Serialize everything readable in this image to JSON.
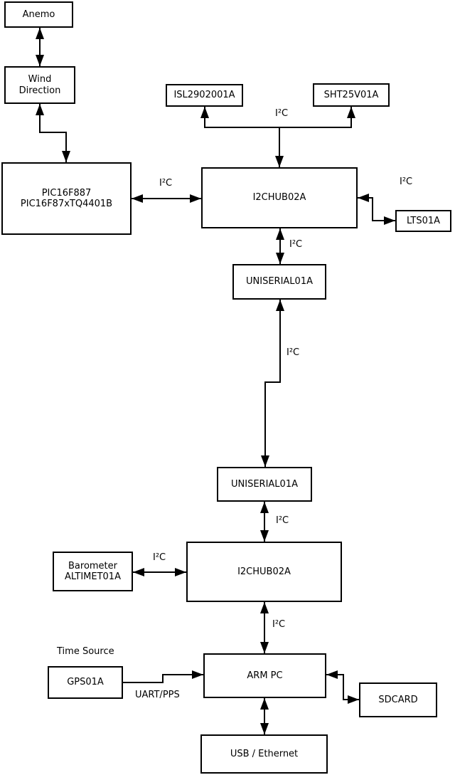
{
  "diagram": {
    "title_hint": "weather-station hardware block diagram",
    "colors": {
      "line": "#000000",
      "box_fill": "#ffffff",
      "background": "#ffffff"
    },
    "nodes": {
      "anemo": {
        "label": "Anemo"
      },
      "wind": {
        "label": "Wind\nDirection"
      },
      "pic": {
        "label": "PIC16F887\nPIC16F87xTQ4401B"
      },
      "isl": {
        "label": "ISL2902001A"
      },
      "sht": {
        "label": "SHT25V01A"
      },
      "hub1": {
        "label": "I2CHUB02A"
      },
      "lts": {
        "label": "LTS01A"
      },
      "uniserial1": {
        "label": "UNISERIAL01A"
      },
      "uniserial2": {
        "label": "UNISERIAL01A"
      },
      "barometer": {
        "label": "Barometer\nALTIMET01A"
      },
      "hub2": {
        "label": "I2CHUB02A"
      },
      "gps": {
        "label": "GPS01A"
      },
      "arm_pc": {
        "label": "ARM PC"
      },
      "sdcard": {
        "label": "SDCARD"
      },
      "usb_ethernet": {
        "label": "USB / Ethernet"
      }
    },
    "labels": {
      "i2c": "I²C",
      "uart_pps": "UART/PPS",
      "time_source": "Time Source"
    }
  }
}
